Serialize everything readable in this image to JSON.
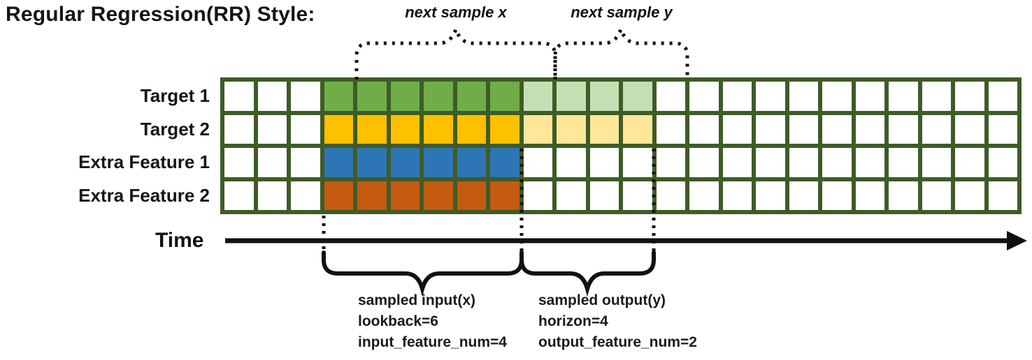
{
  "title": "Regular Regression(RR) Style:",
  "annotations": {
    "next_sample_x": "next sample x",
    "next_sample_y": "next sample y",
    "time_label": "Time",
    "input_block": {
      "line1": "sampled input(x)",
      "line2": "lookback=6",
      "line3": "input_feature_num=4"
    },
    "output_block": {
      "line1": "sampled output(y)",
      "line2": "horizon=4",
      "line3": "output_feature_num=2"
    }
  },
  "grid": {
    "columns": 24,
    "input_start_col": 3,
    "lookback": 6,
    "horizon": 4,
    "border_color": "#3e5c26",
    "empty_cell_color": "#ffffff",
    "rows": [
      {
        "label": "Target 1",
        "input_color": "#70ad47",
        "output_color": "#c5e0b4"
      },
      {
        "label": "Target 2",
        "input_color": "#ffc000",
        "output_color": "#ffe699"
      },
      {
        "label": "Extra Feature 1",
        "input_color": "#2e75b6",
        "output_color": null
      },
      {
        "label": "Extra Feature 2",
        "input_color": "#c55a11",
        "output_color": null
      }
    ]
  }
}
